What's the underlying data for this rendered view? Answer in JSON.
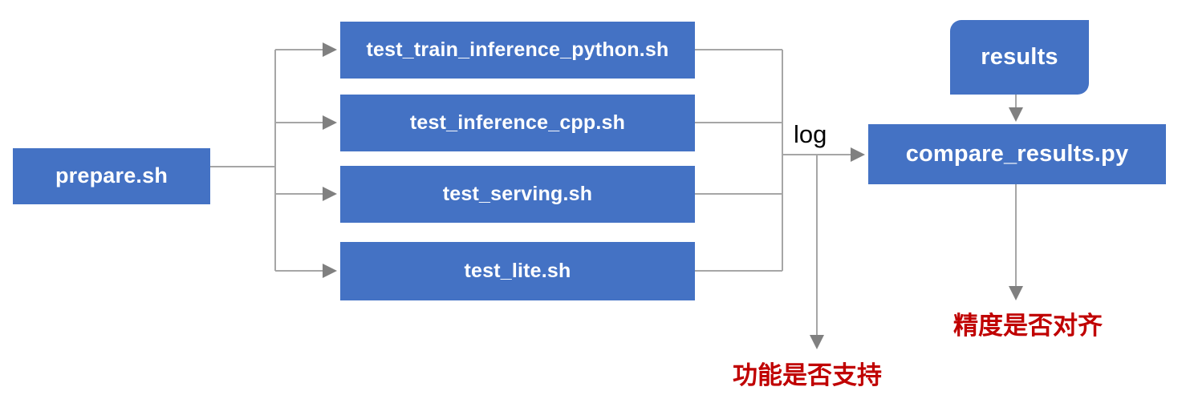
{
  "diagram": {
    "title": "PaddlePaddle TIPC test pipeline flowchart",
    "colors": {
      "node_fill": "#4472C4",
      "node_text": "#FFFFFF",
      "connector": "#A6A6A6",
      "annotation_red": "#C00000",
      "background": "#FFFFFF"
    },
    "nodes": {
      "prepare": {
        "label": "prepare.sh"
      },
      "train_inference_python": {
        "label": "test_train_inference_python.sh"
      },
      "inference_cpp": {
        "label": "test_inference_cpp.sh"
      },
      "serving": {
        "label": "test_serving.sh"
      },
      "lite": {
        "label": "test_lite.sh"
      },
      "results": {
        "label": "results"
      },
      "compare": {
        "label": "compare_results.py"
      }
    },
    "edge_labels": {
      "log": "log"
    },
    "annotations": {
      "function_supported": "功能是否支持",
      "precision_aligned": "精度是否对齐"
    }
  }
}
